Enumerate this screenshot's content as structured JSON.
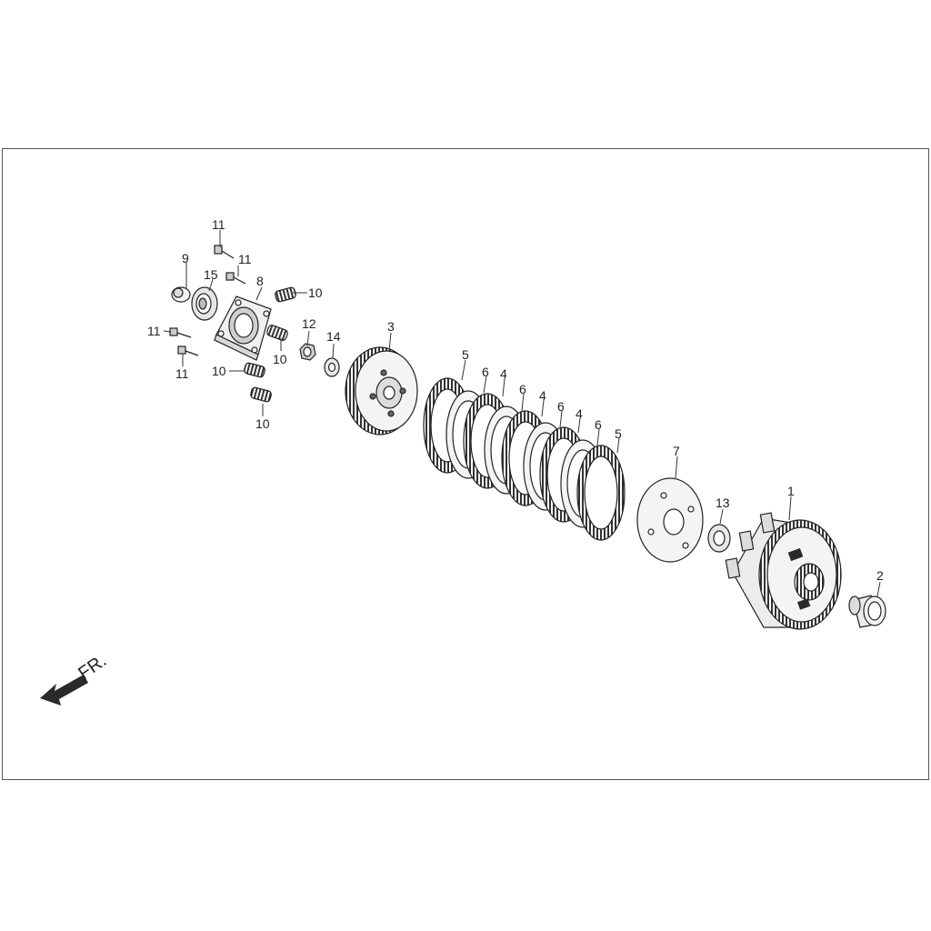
{
  "front_marker": "FR.",
  "labels": {
    "c1": "1",
    "c2": "2",
    "c3": "3",
    "d5a": "5",
    "d6a": "6",
    "d4a": "4",
    "d6b": "6",
    "d4b": "4",
    "d6c": "6",
    "d4c": "4",
    "d6d": "6",
    "d5b": "5",
    "p7": "7",
    "p8": "8",
    "p9": "9",
    "s10a": "10",
    "s10b": "10",
    "s10c": "10",
    "s10d": "10",
    "b11a": "11",
    "b11b": "11",
    "b11c": "11",
    "b11d": "11",
    "n12": "12",
    "w13": "13",
    "w14": "14",
    "br15": "15"
  },
  "colors": {
    "line": "#222222",
    "frame": "#555555",
    "part_fill": "#f4f4f4",
    "dark": "#2a2a2a"
  }
}
